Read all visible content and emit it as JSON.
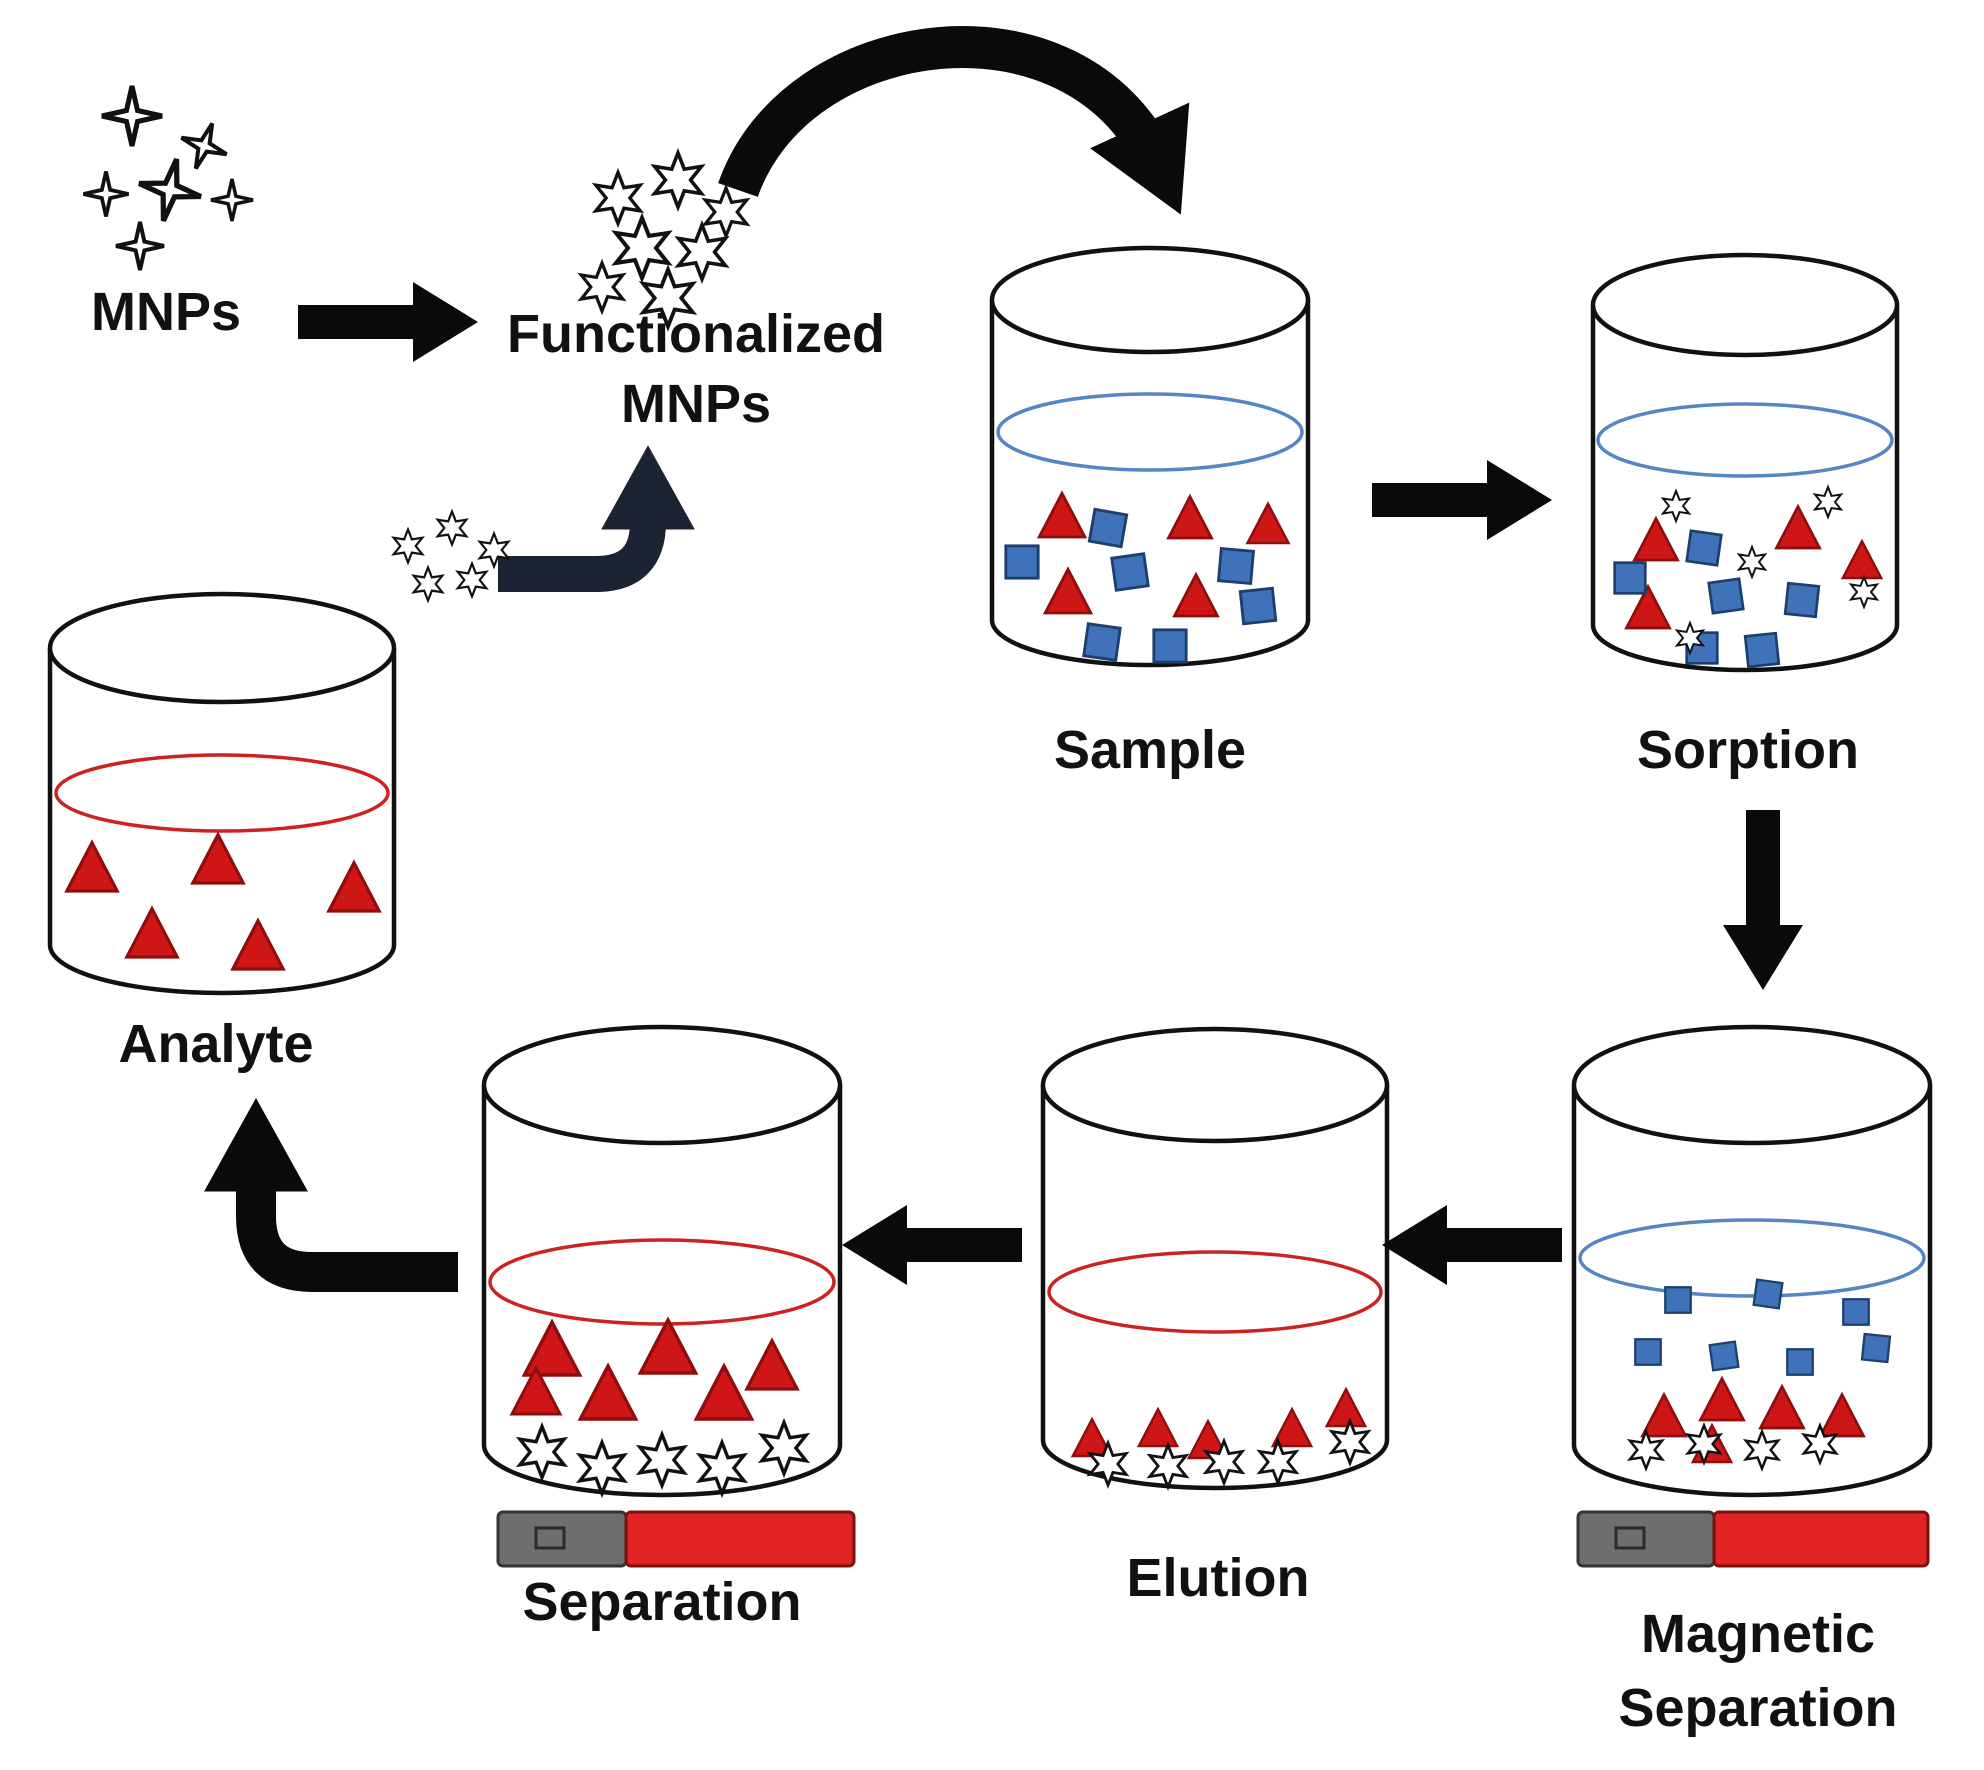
{
  "figure": {
    "type": "process-diagram",
    "description": "Magnetic solid-phase extraction workflow using functionalized magnetic nanoparticles",
    "steps": [
      "MNPs",
      "Functionalized MNPs",
      "Sample",
      "Sorption",
      "Magnetic Separation",
      "Elution",
      "Separation",
      "Analyte"
    ]
  },
  "labels": {
    "mnps": "MNPs",
    "functionalized": {
      "line1": "Functionalized",
      "line2": "MNPs"
    },
    "sample": "Sample",
    "sorption": "Sorption",
    "magnetic": {
      "line1": "Magnetic",
      "line2": "Separation"
    },
    "elution": "Elution",
    "separation": "Separation",
    "analyte": "Analyte"
  },
  "colors": {
    "triangle_analyte": "#cf1616",
    "square_matrix": "#3f72b8",
    "liquid_blue": "#5585c2",
    "liquid_red": "#cc2222",
    "arrow_black": "#0a0a0a",
    "magnet_gray": "#6e6e6e",
    "magnet_red": "#e02424",
    "background": "#ffffff"
  },
  "icons": {
    "mnp": "four-point-sparkle-star",
    "functionalized_mnp": "six-point-open-star",
    "analyte": "red-triangle",
    "matrix_component": "blue-square",
    "magnet": "gray-red-bar-magnet"
  }
}
